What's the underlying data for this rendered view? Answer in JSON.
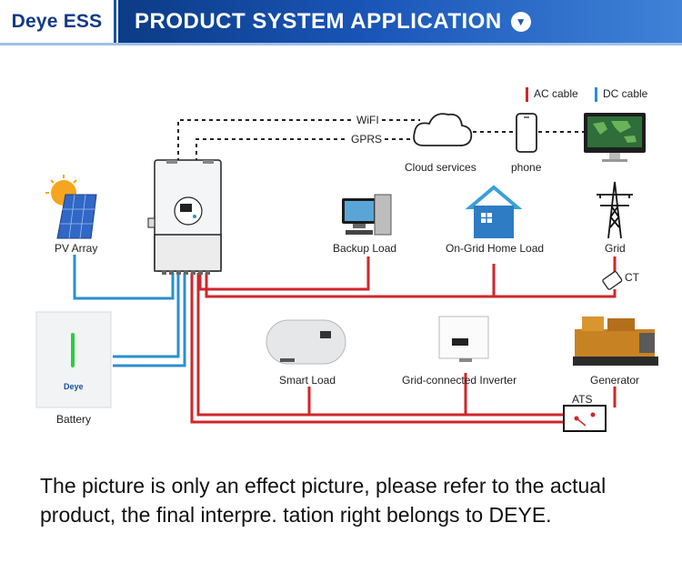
{
  "header": {
    "brand": "Deye ESS",
    "title": "PRODUCT SYSTEM APPLICATION"
  },
  "legend": {
    "ac": "AC cable",
    "dc": "DC cable",
    "ac_color": "#d0262a",
    "dc_color": "#2a8fd0"
  },
  "connections": {
    "wifi": "WiFI",
    "gprs": "GPRS"
  },
  "components": {
    "pv_array": "PV Array",
    "backup_load": "Backup Load",
    "on_grid_home_load": "On-Grid Home Load",
    "grid": "Grid",
    "ct": "CT",
    "cloud_services": "Cloud services",
    "phone": "phone",
    "battery": "Battery",
    "battery_brand": "Deye",
    "smart_load": "Smart Load",
    "grid_connected_inverter": "Grid-connected Inverter",
    "generator": "Generator",
    "ats": "ATS"
  },
  "disclaimer": "The picture is only an effect picture, please refer to the actual product, the final interpre. tation right belongs to DEYE."
}
